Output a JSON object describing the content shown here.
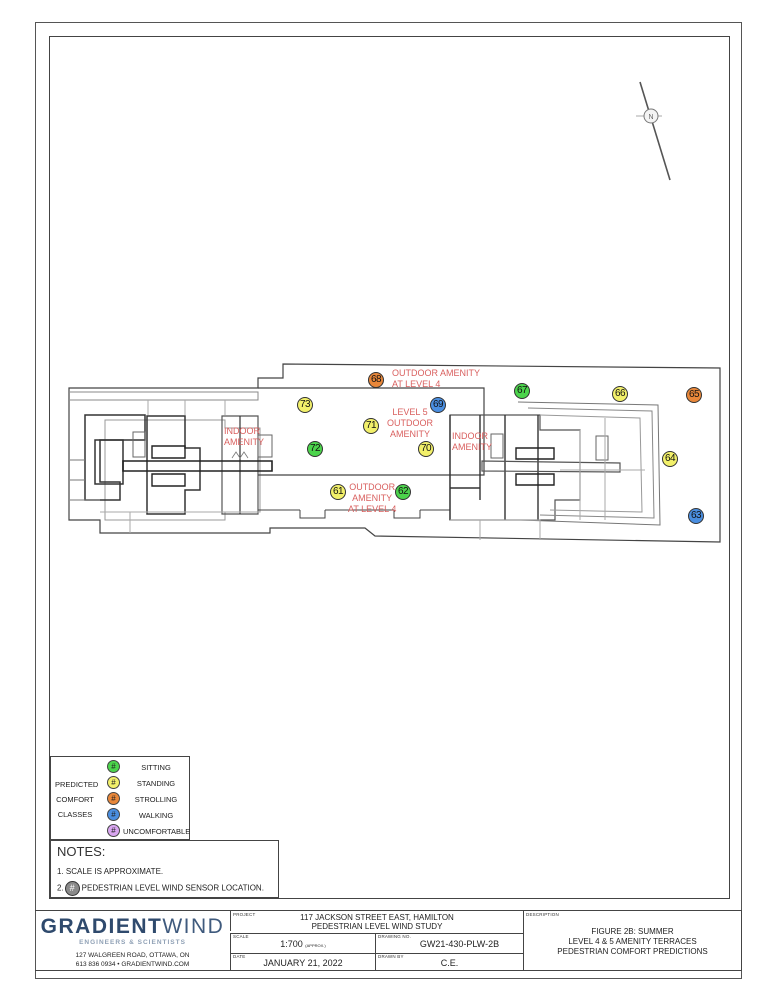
{
  "drawing": {
    "title": "Figure 2B: Summer - Level 4 & 5 Amenity Terraces Pedestrian Comfort Predictions",
    "compass": {
      "icon": "north-arrow-icon",
      "label": "N"
    }
  },
  "zones": [
    {
      "id": "outdoor-l4-north",
      "text": "OUTDOOR AMENITY\nAT LEVEL 4",
      "lines": [
        "OUTDOOR AMENITY",
        "AT LEVEL 4"
      ]
    },
    {
      "id": "level5-outdoor",
      "lines": [
        "LEVEL 5",
        "OUTDOOR",
        "AMENITY"
      ]
    },
    {
      "id": "outdoor-l4-south",
      "lines": [
        "OUTDOOR",
        "AMENITY",
        "AT LEVEL 4"
      ]
    },
    {
      "id": "indoor-west",
      "lines": [
        "INDOOR",
        "AMENITY"
      ]
    },
    {
      "id": "indoor-east",
      "lines": [
        "INDOOR",
        "AMENITY"
      ]
    }
  ],
  "sensors": [
    {
      "id": "61",
      "class": "standing"
    },
    {
      "id": "62",
      "class": "sitting"
    },
    {
      "id": "63",
      "class": "walking"
    },
    {
      "id": "64",
      "class": "standing"
    },
    {
      "id": "65",
      "class": "strolling"
    },
    {
      "id": "66",
      "class": "standing"
    },
    {
      "id": "67",
      "class": "sitting"
    },
    {
      "id": "68",
      "class": "strolling"
    },
    {
      "id": "69",
      "class": "walking"
    },
    {
      "id": "70",
      "class": "standing"
    },
    {
      "id": "71",
      "class": "standing"
    },
    {
      "id": "72",
      "class": "sitting"
    },
    {
      "id": "73",
      "class": "standing"
    }
  ],
  "colors": {
    "sitting": "#4cd44c",
    "standing": "#f2f06a",
    "strolling": "#e8873a",
    "walking": "#4a8ee0",
    "uncomfortable": "#d9a6f0",
    "sensor_note": "#8a8a8a",
    "zone_label": "#d9605f",
    "brand": "#2f4a6d"
  },
  "legend": {
    "side_label": [
      "PREDICTED",
      "COMFORT",
      "CLASSES"
    ],
    "symbol": "#",
    "classes": [
      {
        "key": "sitting",
        "label": "SITTING"
      },
      {
        "key": "standing",
        "label": "STANDING"
      },
      {
        "key": "strolling",
        "label": "STROLLING"
      },
      {
        "key": "walking",
        "label": "WALKING"
      },
      {
        "key": "uncomfortable",
        "label": "UNCOMFORTABLE"
      }
    ]
  },
  "notes": {
    "title": "NOTES:",
    "items": [
      {
        "num": "1.",
        "text": "SCALE IS APPROXIMATE."
      },
      {
        "num": "2.",
        "symbol": "#",
        "text": "PEDESTRIAN LEVEL WIND SENSOR LOCATION."
      }
    ]
  },
  "title_block": {
    "logo": {
      "brand_bold": "GRADIENT",
      "brand_light": "WIND",
      "tagline": "ENGINEERS & SCIENTISTS",
      "address": "127 WALGREEN ROAD, OTTAWA, ON",
      "contact": "613 836 0934 • GRADIENTWIND.COM"
    },
    "project_label": "PROJECT",
    "project_line1": "117 JACKSON STREET EAST, HAMILTON",
    "project_line2": "PEDESTRIAN LEVEL WIND STUDY",
    "scale_label": "SCALE",
    "scale_value": "1:700",
    "scale_note": "(APPROX.)",
    "drawing_no_label": "DRAWING NO.",
    "drawing_no": "GW21-430-PLW-2B",
    "date_label": "DATE",
    "date": "JANUARY 21, 2022",
    "drawn_by_label": "DRAWN BY",
    "drawn_by": "C.E.",
    "description_label": "DESCRIPTION",
    "description_line1": "FIGURE 2B: SUMMER",
    "description_line2": "LEVEL 4 & 5 AMENITY TERRACES",
    "description_line3": "PEDESTRIAN COMFORT PREDICTIONS"
  }
}
